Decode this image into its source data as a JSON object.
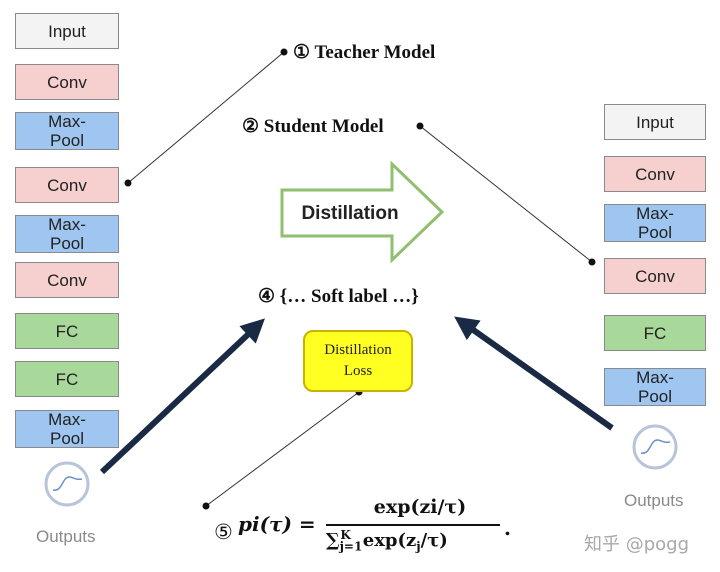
{
  "teacher": {
    "layers": [
      {
        "label": "Input",
        "kind": "input"
      },
      {
        "label": "Conv",
        "kind": "conv"
      },
      {
        "label": "Max-\nPool",
        "kind": "pool"
      },
      {
        "label": "Conv",
        "kind": "conv"
      },
      {
        "label": "Max-\nPool",
        "kind": "pool"
      },
      {
        "label": "Conv",
        "kind": "conv"
      },
      {
        "label": "FC",
        "kind": "fc"
      },
      {
        "label": "FC",
        "kind": "fc"
      },
      {
        "label": "Max-\nPool",
        "kind": "pool"
      }
    ],
    "outputs_label": "Outputs"
  },
  "student": {
    "layers": [
      {
        "label": "Input",
        "kind": "input"
      },
      {
        "label": "Conv",
        "kind": "conv"
      },
      {
        "label": "Max-\nPool",
        "kind": "pool"
      },
      {
        "label": "Conv",
        "kind": "conv"
      },
      {
        "label": "FC",
        "kind": "fc"
      },
      {
        "label": "Max-\nPool",
        "kind": "pool"
      }
    ],
    "outputs_label": "Outputs"
  },
  "labels": {
    "teacher_model": "① Teacher Model",
    "student_model": "② Student Model",
    "soft_label": "④ {… Soft label …}",
    "formula_marker": "⑤"
  },
  "distillation_arrow": "Distillation",
  "loss_box": {
    "line1": "Distillation",
    "line2": "Loss"
  },
  "formula": {
    "lhs": "pi(τ) =",
    "numerator": "exp(zi/τ)",
    "denominator": "∑ exp(zj/τ)",
    "sum_lower": "j=1",
    "sum_upper": "K",
    "trailing": "."
  },
  "watermark": "知乎 @pogg",
  "colors": {
    "input": "#f3f3f3",
    "conv": "#f6cfcf",
    "pool": "#9fc6f0",
    "fc": "#a8d89a",
    "distillation_arrow_border": "#8fbf6f",
    "loss_box": "#ffff22",
    "big_arrows": "#1a2a44"
  }
}
